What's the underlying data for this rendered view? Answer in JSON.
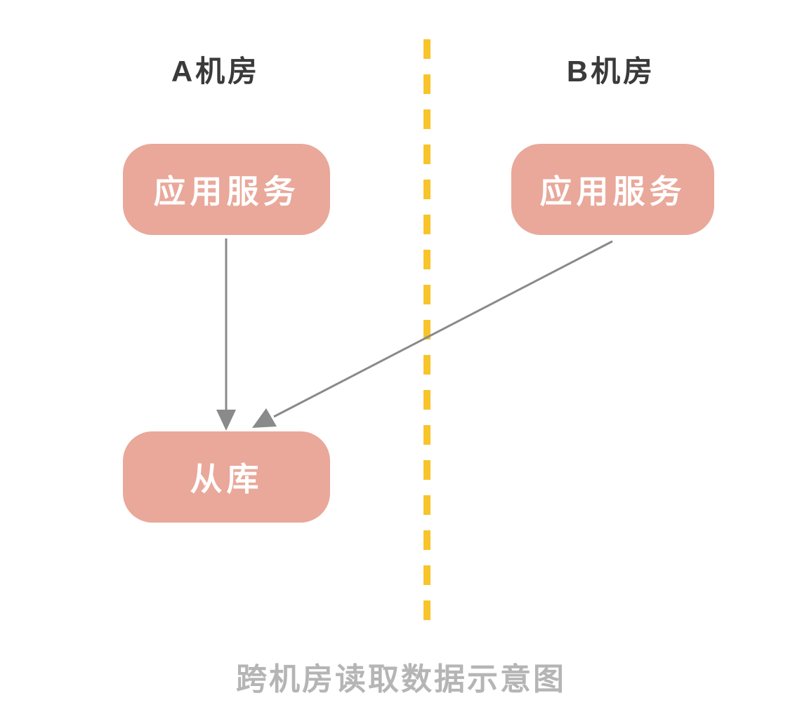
{
  "title": "跨机房读取数据示意图",
  "regions": {
    "left_label": "A机房",
    "right_label": "B机房"
  },
  "nodes": {
    "app_a": "应用服务",
    "app_b": "应用服务",
    "slave_db": "从库"
  },
  "colors": {
    "node_fill": "#e9a89a",
    "node_text": "#ffffff",
    "divider": "#f7c52b",
    "arrow": "#8a8a8a",
    "caption_text": "#b5b5b5",
    "label_text": "#3a3a3a"
  }
}
